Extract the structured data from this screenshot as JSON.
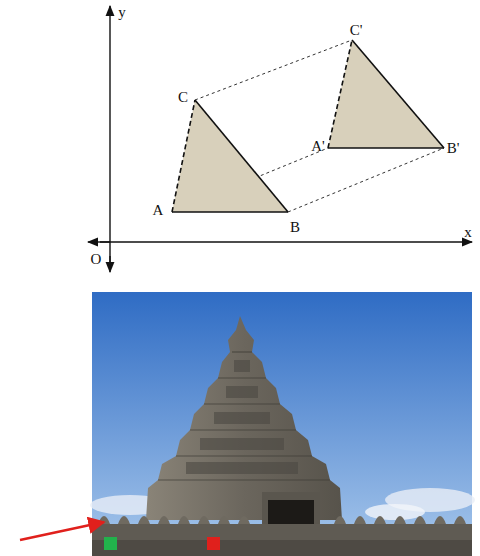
{
  "diagram": {
    "labels": [
      "y",
      "C'",
      "C",
      "A'",
      "B'",
      "A",
      "B",
      "O",
      "x"
    ]
  }
}
